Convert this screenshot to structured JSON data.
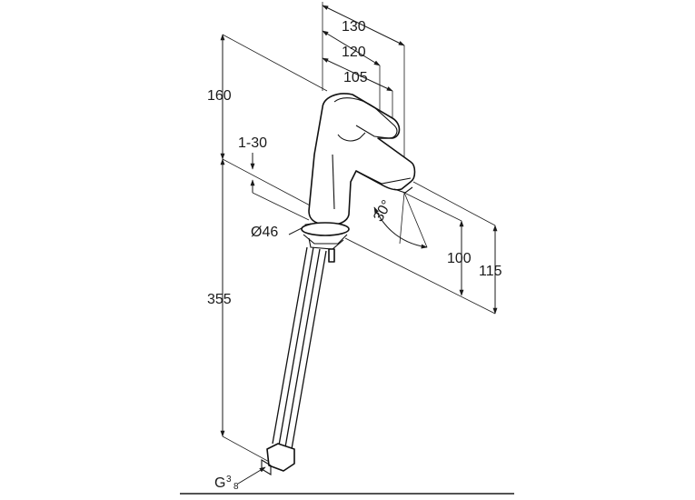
{
  "drawing": {
    "dimensions": {
      "d130": "130",
      "d120": "120",
      "d105": "105",
      "d160": "160",
      "d1_30": "1-30",
      "d46": "Ø46",
      "d30deg": "30°",
      "d100": "100",
      "d115": "115",
      "d355": "355",
      "thread_main": "G",
      "thread_num": "3",
      "thread_den": "8"
    }
  }
}
